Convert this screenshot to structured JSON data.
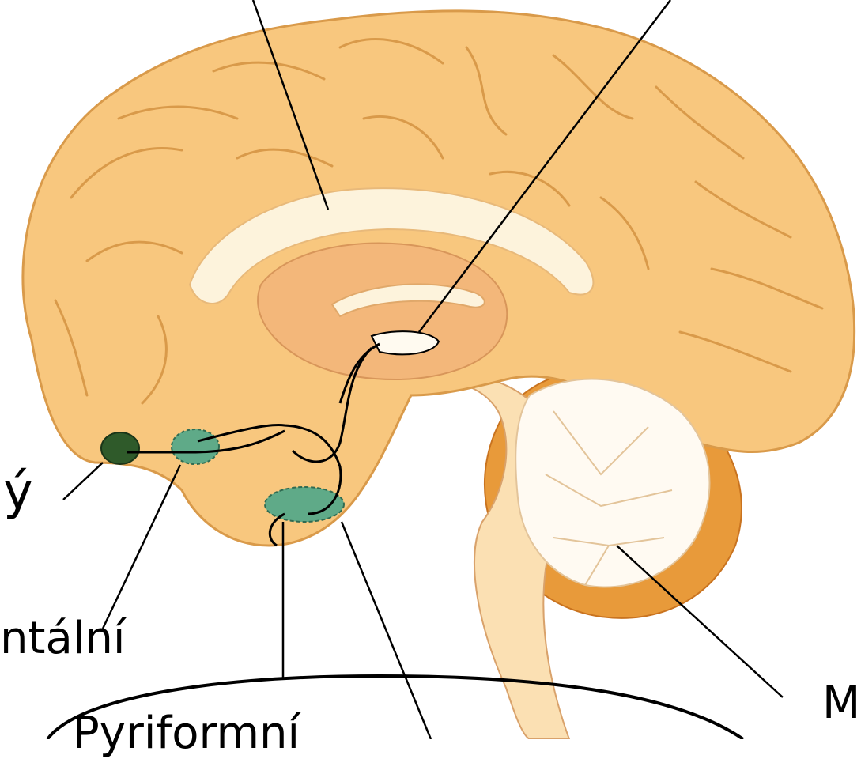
{
  "labels": {
    "left_fragment": "ý",
    "frontal_fragment": "ntální",
    "bottom_fragment": "Pyriformní",
    "right_fragment": "M"
  },
  "colors": {
    "cortex": "#f8c77e",
    "cortex_light": "#fde3b6",
    "gyrus_line": "#d99a4a",
    "corpus_callosum": "#fdf3dc",
    "thalamus": "#f3b77a",
    "brainstem": "#fbe0b3",
    "cerebellum": "#e89a3a",
    "cerebellum_white": "#fffaf2",
    "olfactory_bulb": "#2f5a2a",
    "olfactory_tract": "#5faa88",
    "amygdala": "#5faa88",
    "pointer_line": "#000000"
  },
  "icons": {
    "brain": "brain-sagittal-illustration",
    "olfactory_bulb": "olfactory-bulb-marker",
    "olfactory_cortex": "olfactory-tract-marker",
    "amygdala": "amygdala-marker"
  }
}
